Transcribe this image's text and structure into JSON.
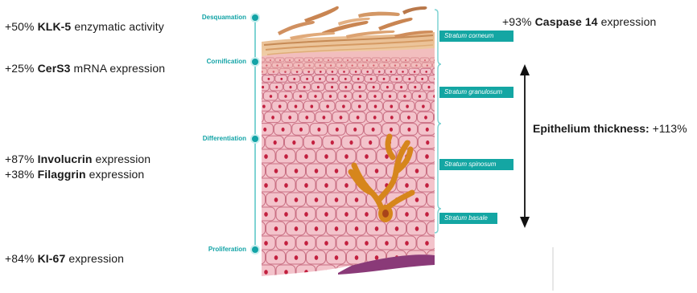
{
  "stats_left": [
    {
      "prefix": "+50% ",
      "bold": "KLK-5",
      "suffix": " enzymatic activity"
    },
    {
      "prefix": "+25% ",
      "bold": "CerS3",
      "suffix": " mRNA expression"
    },
    {
      "prefix": "+87% ",
      "bold": "Involucrin",
      "suffix": " expression"
    },
    {
      "prefix": "+38% ",
      "bold": "Filaggrin",
      "suffix": " expression"
    },
    {
      "prefix": "+84% ",
      "bold": "KI-67",
      "suffix": " expression"
    }
  ],
  "stat_right": {
    "prefix": "+93% ",
    "bold": "Caspase 14",
    "suffix": " expression"
  },
  "stages": [
    "Desquamation",
    "Cornification",
    "Differentiation",
    "Proliferation"
  ],
  "layers": [
    "Stratum corneum",
    "Stratum granulosum",
    "Stratum spinosum",
    "Stratum basale"
  ],
  "thickness": {
    "bold": "Epithelium thickness:",
    "value": " +113%"
  },
  "colors": {
    "teal": "#12a3a6",
    "skin": "#f3c3cb",
    "cell_border": "#c96f83",
    "nucleus": "#c2203f",
    "melanocyte": "#d6861c",
    "basal": "#8a3a78"
  }
}
